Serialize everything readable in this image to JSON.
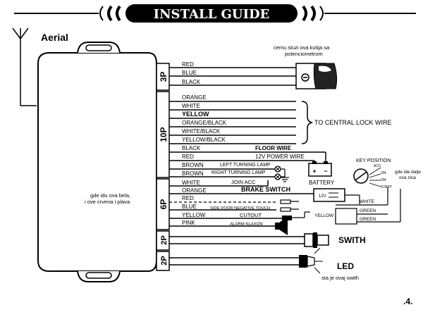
{
  "title": "INSTALL GUIDE",
  "aerial": "Aerial",
  "page_number": ".4.",
  "connectors": {
    "p3": "3P",
    "p10": "10P",
    "p6": "6P",
    "p2a": "2P",
    "p2b": "2P"
  },
  "wires_3p": [
    "RED",
    "BLUE",
    "BLACK"
  ],
  "wires_10p": [
    "ORANGE",
    "WHITE",
    "YELLOW",
    "ORANGE/BLACK",
    "WHITE/BLACK",
    "YELLOW/BLACK",
    "BLACK",
    "RED",
    "BROWN",
    "BROWN"
  ],
  "wires_6p": [
    "WHITE",
    "ORANGE",
    "RED",
    "BLUE",
    "YELLOW",
    "PINK"
  ],
  "labels": {
    "central_lock": "TO CENTRAL LOCK WIRE",
    "floor_wire": "FLOOR WIRE",
    "power_wire": "12V POWER WIRE",
    "left_lamp": "LEFT TURNING LAMP",
    "right_lamp": "RIGHT TURNING LAMP",
    "battery": "BATTERY",
    "join_acc": "JOIN ACC",
    "brake_switch": "BRAKE SWITCH",
    "side_door": "SIDE DOOR NEGATIVE TOUCH",
    "cutout": "CUTOUT",
    "alarm": "ALARM KLAXON",
    "swith": "SWITH",
    "led": "LED",
    "key_position": "KEY POSITION",
    "acc": "ACC",
    "on": "ON",
    "start": "START",
    "white": "WHITE",
    "yellow": "YELLOW",
    "green_1": "GREEN",
    "green_2": "GREEN",
    "relay_12v": "12V",
    "battery_plus": "+",
    "battery_minus": "−"
  },
  "notes": {
    "pot_line1": "cemu sluzi ova kutija sa",
    "pot_line2": "potenciometrom",
    "gde_line1": "gde idu ova bela,",
    "gde_line2": "i ove crvena i plava",
    "key_line1": "gde ide dalje",
    "key_line2": "ova zica",
    "led_note": "sta je ovaj swith"
  }
}
